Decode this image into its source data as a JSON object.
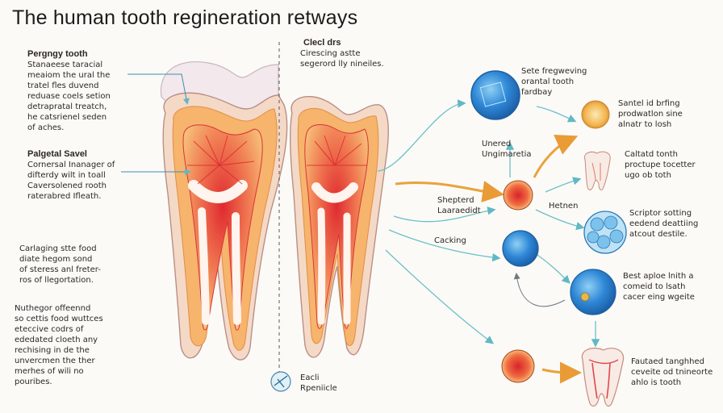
{
  "title": "The human tooth regineration retways",
  "left": {
    "block1_head": "Pergngy tooth",
    "block1_lines": [
      "Stanaeese taracial",
      "meaiom the ural the",
      "tratel fles duvend",
      "reduase coels setion",
      "detrapratal treatch,",
      "he catsrienel seden",
      "of aches."
    ],
    "block2_head": "Palgetal Savel",
    "block2_lines": [
      "Cornersal Inanager of",
      "difterdy wilt in toall",
      "Caversolened rooth",
      "raterabred Ifleath."
    ],
    "block3_lines": [
      "Carlaging stte food",
      "diate hegom sond",
      "of steress anl freter-",
      "ros of llegortation."
    ],
    "block4_lines": [
      "Nuthegor offeennd",
      "so cettis food wuttces",
      "eteccive codrs of",
      "ededated cloeth any",
      "rechising in de the",
      "unvercmen the ther",
      "merhes of wili no",
      "pouribes."
    ]
  },
  "center": {
    "top_head": "Clecl drs",
    "top_lines": [
      "Cirescing astte",
      "segerord lly nineiles."
    ],
    "bottom_lines": [
      "Eacli",
      "Rpeniicle"
    ]
  },
  "labels": {
    "unread": [
      "Unered",
      "Ungimaretia"
    ],
    "shepterd": [
      "Shepterd",
      "Laaraedidt"
    ],
    "cacking": "Cacking",
    "hetnen": "Hetnen"
  },
  "right": {
    "cell1": [
      "Sete fregweving",
      "orantal tooth",
      "fardbay"
    ],
    "stage2": [
      "Santel id brfing",
      "prodwatlon sine",
      "alnatr to losh"
    ],
    "stage3": [
      "Caltatd tonth",
      "proctupe tocetter",
      "ugo ob toth"
    ],
    "stage4": [
      "Scriptor sotting",
      "eedend deattiing",
      "atcout destile."
    ],
    "stage5": [
      "Best aploe lnith a",
      "comeid to lsath",
      "cacer eing wgeite"
    ],
    "stage6": [
      "Fautaed tanghhed",
      "ceveite od tnineorte",
      "ahlo is tooth"
    ]
  },
  "colors": {
    "pulp": "#e3343a",
    "dentin": "#f4b16a",
    "enamel": "#f3e6e4",
    "cell_blue": "#2c86d4",
    "arrow_teal": "#6cc0c8",
    "arrow_orange": "#eaa23c"
  }
}
